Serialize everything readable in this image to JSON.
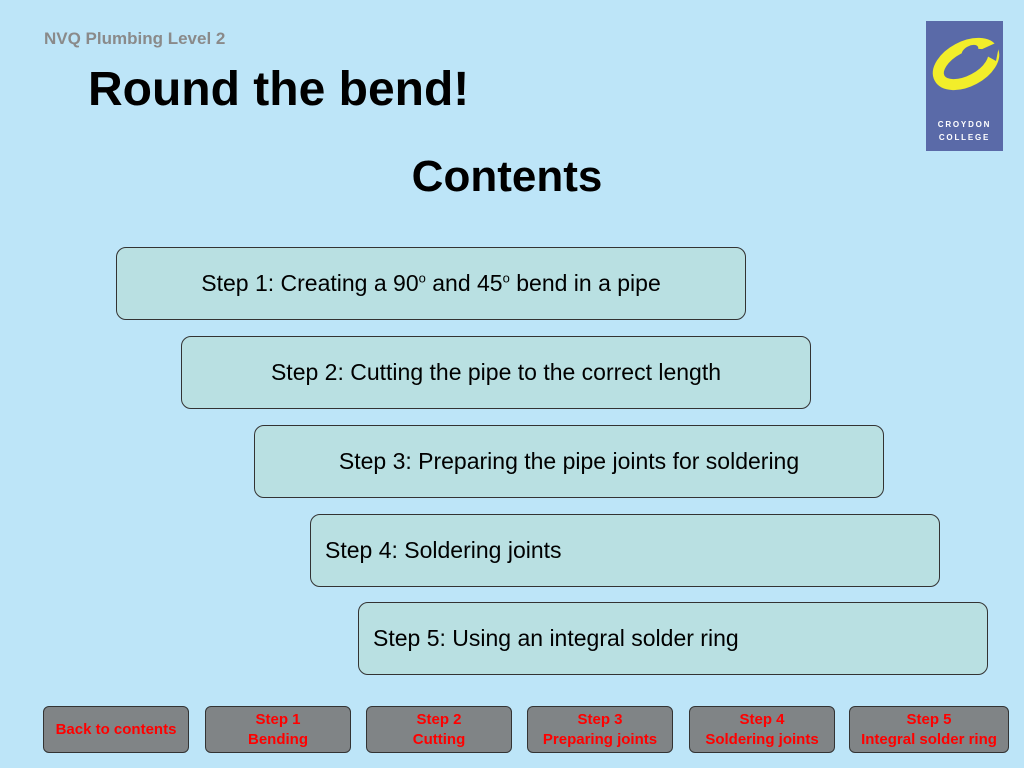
{
  "header": {
    "subtitle": "NVQ Plumbing Level 2",
    "title": "Round the bend!",
    "contents_heading": "Contents"
  },
  "logo": {
    "line1": "CROYDON",
    "line2": "COLLEGE",
    "background": "#5a6aa8",
    "mark_color": "#f2ee2a"
  },
  "steps": [
    {
      "prefix": "Step 1: Creating a 90",
      "sup1": "o",
      "middle": " and 45",
      "sup2": "o",
      "suffix": " bend in a pipe"
    },
    {
      "label": "Step 2: Cutting the pipe to the correct length"
    },
    {
      "label": "Step 3: Preparing the pipe joints for soldering"
    },
    {
      "label": "Step 4: Soldering joints"
    },
    {
      "label": "Step 5: Using an integral solder ring"
    }
  ],
  "nav": [
    {
      "line1": "Back to contents",
      "line2": ""
    },
    {
      "line1": "Step 1",
      "line2": "Bending"
    },
    {
      "line1": "Step 2",
      "line2": "Cutting"
    },
    {
      "line1": "Step 3",
      "line2": "Preparing joints"
    },
    {
      "line1": "Step 4",
      "line2": "Soldering joints"
    },
    {
      "line1": "Step 5",
      "line2": "Integral solder ring"
    }
  ],
  "colors": {
    "background": "#bde5f8",
    "step_fill": "#b9e0e2",
    "nav_fill": "#808486",
    "nav_text": "#ff0000",
    "subtitle": "#8a8a8a"
  }
}
